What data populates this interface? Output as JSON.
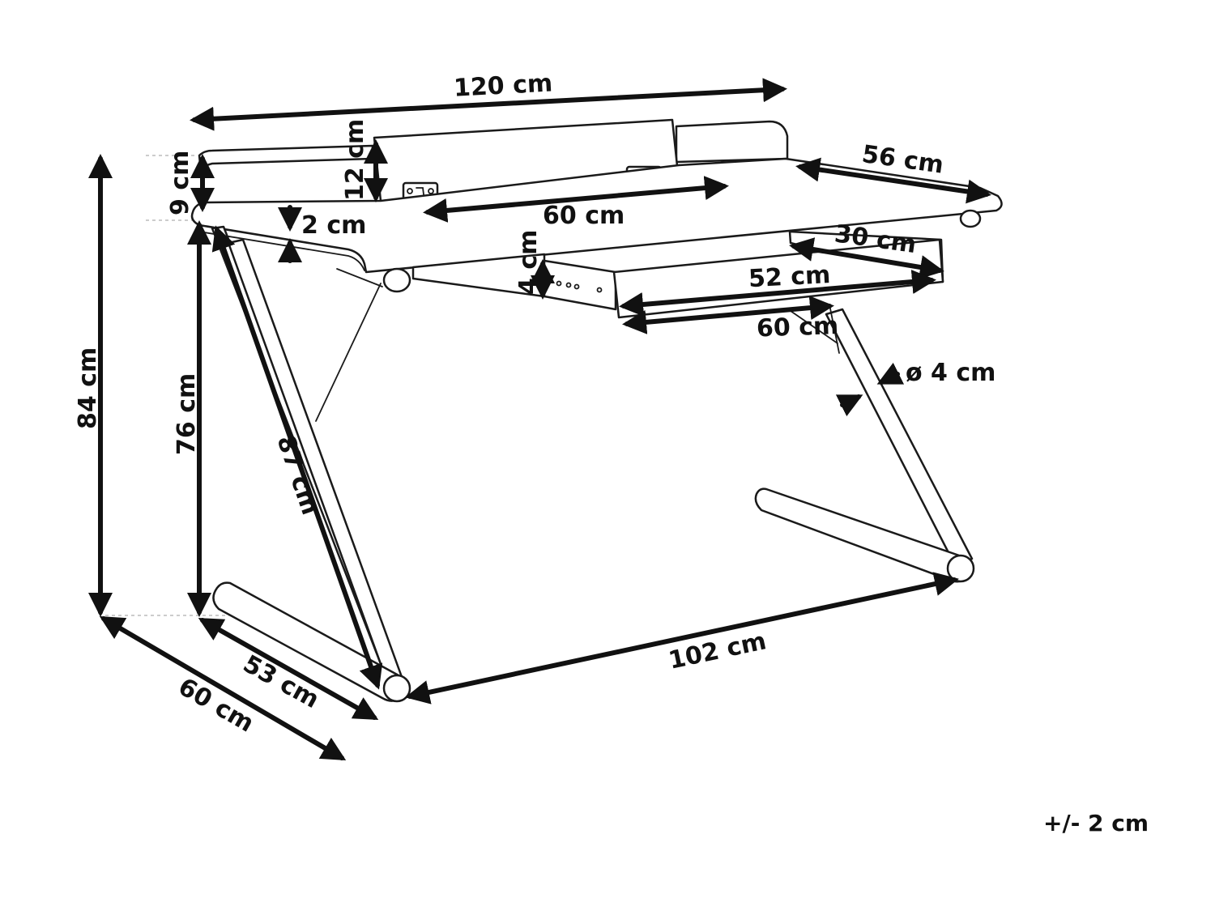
{
  "dimensions": {
    "width_total": "120 cm",
    "depth_right": "56 cm",
    "riser_height": "12 cm",
    "backrail_height": "9 cm",
    "top_thickness": "2 cm",
    "shelf_width": "60 cm",
    "tray_depth": "30 cm",
    "drawer_height": "4 cm",
    "drawer_inner": "52 cm",
    "drawer_outer": "60 cm",
    "tube_diameter": "ø 4 cm",
    "height_total": "84 cm",
    "height_to_top": "76 cm",
    "leg_diagonal": "87 cm",
    "foot_inner": "53 cm",
    "foot_outer": "60 cm",
    "leg_span": "102 cm"
  },
  "tolerance": "+/- 2 cm"
}
